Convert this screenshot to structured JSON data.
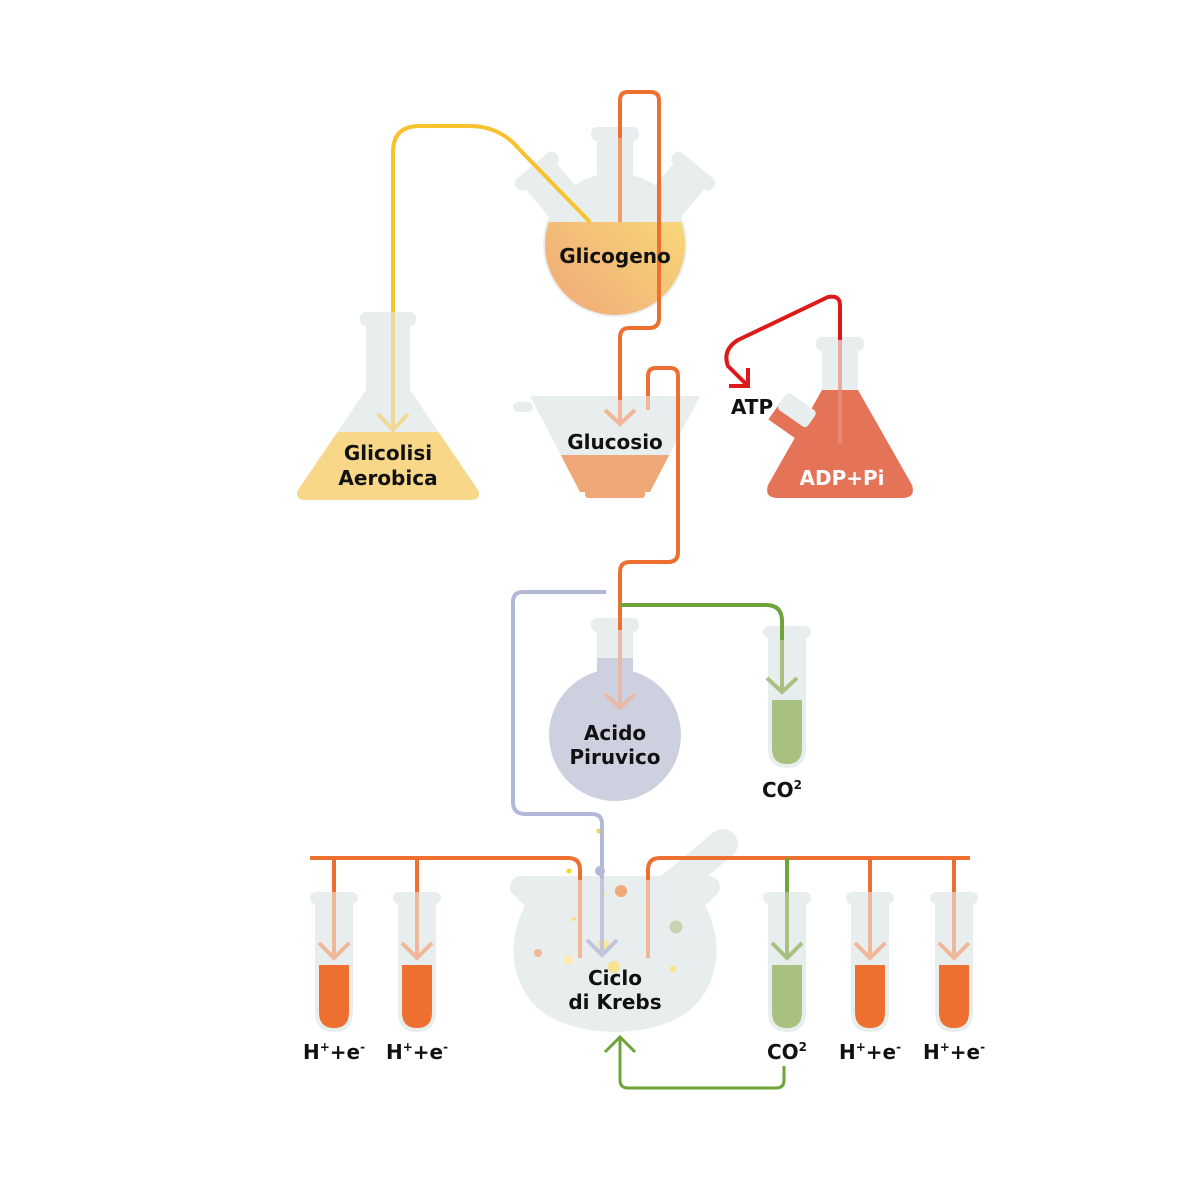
{
  "diagram": {
    "title": "Metabolismo aerobico",
    "colors": {
      "glass": "#e8eeee",
      "orange_line": "#ee7030",
      "yellow_line": "#f8c22e",
      "red_line": "#dd1a1a",
      "green_line": "#6ea43a",
      "lavender_line": "#b4b8d8",
      "glicogeno_fill_a": "#f0a878",
      "glicogeno_fill_b": "#f8dc78",
      "glicolisi_fill": "#f8d888",
      "glucosio_fill": "#f0a878",
      "adp_fill": "#e47358",
      "piruvico_fill": "#cdd0de",
      "co2_fill": "#a8c080",
      "h_fill": "#ee7030"
    },
    "nodes": {
      "glicogeno": {
        "label": "Glicogeno"
      },
      "glicolisi": {
        "line1": "Glicolisi",
        "line2": "Aerobica"
      },
      "glucosio": {
        "label": "Glucosio"
      },
      "atp": {
        "label": "ATP"
      },
      "adp": {
        "label": "ADP+Pi"
      },
      "piruvico": {
        "line1": "Acido",
        "line2": "Piruvico"
      },
      "co2_top": {
        "label": "CO",
        "sup": "2"
      },
      "krebs": {
        "line1": "Ciclo",
        "line2": "di Krebs"
      },
      "tubes_bottom": [
        {
          "label": "H",
          "sup1": "+",
          "mid": "+e",
          "sup2": "-",
          "kind": "h"
        },
        {
          "label": "H",
          "sup1": "+",
          "mid": "+e",
          "sup2": "-",
          "kind": "h"
        },
        {
          "label": "CO",
          "sup1": "2",
          "mid": "",
          "sup2": "",
          "kind": "co2"
        },
        {
          "label": "H",
          "sup1": "+",
          "mid": "+e",
          "sup2": "-",
          "kind": "h"
        },
        {
          "label": "H",
          "sup1": "+",
          "mid": "+e",
          "sup2": "-",
          "kind": "h"
        }
      ]
    }
  }
}
